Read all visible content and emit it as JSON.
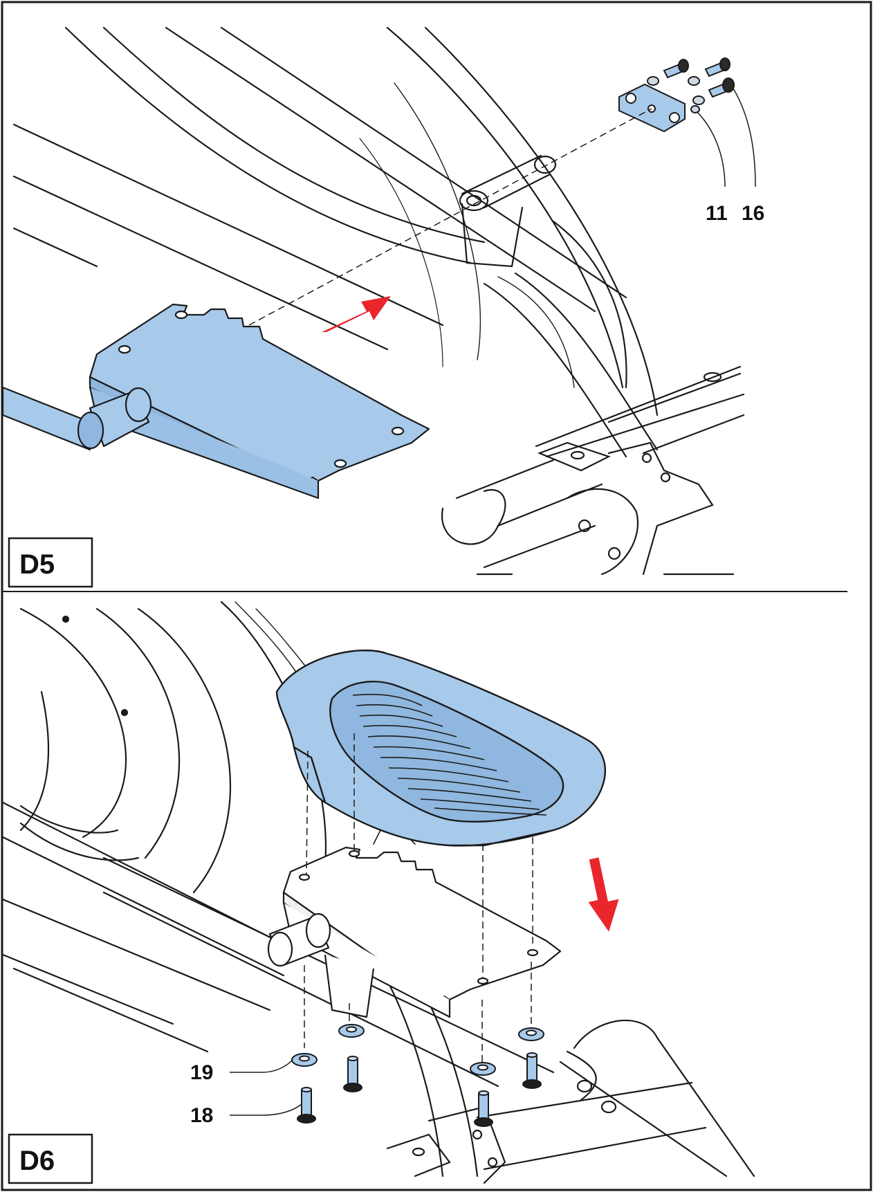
{
  "colors": {
    "part_fill": "#a7c9ea",
    "line": "#1a1a1a",
    "arrow": "#e8262c",
    "background": "#ffffff"
  },
  "panels": [
    {
      "id": "D5",
      "label": "D5",
      "part_labels": [
        "11",
        "16"
      ]
    },
    {
      "id": "D6",
      "label": "D6",
      "part_labels": [
        "19",
        "18"
      ]
    }
  ]
}
